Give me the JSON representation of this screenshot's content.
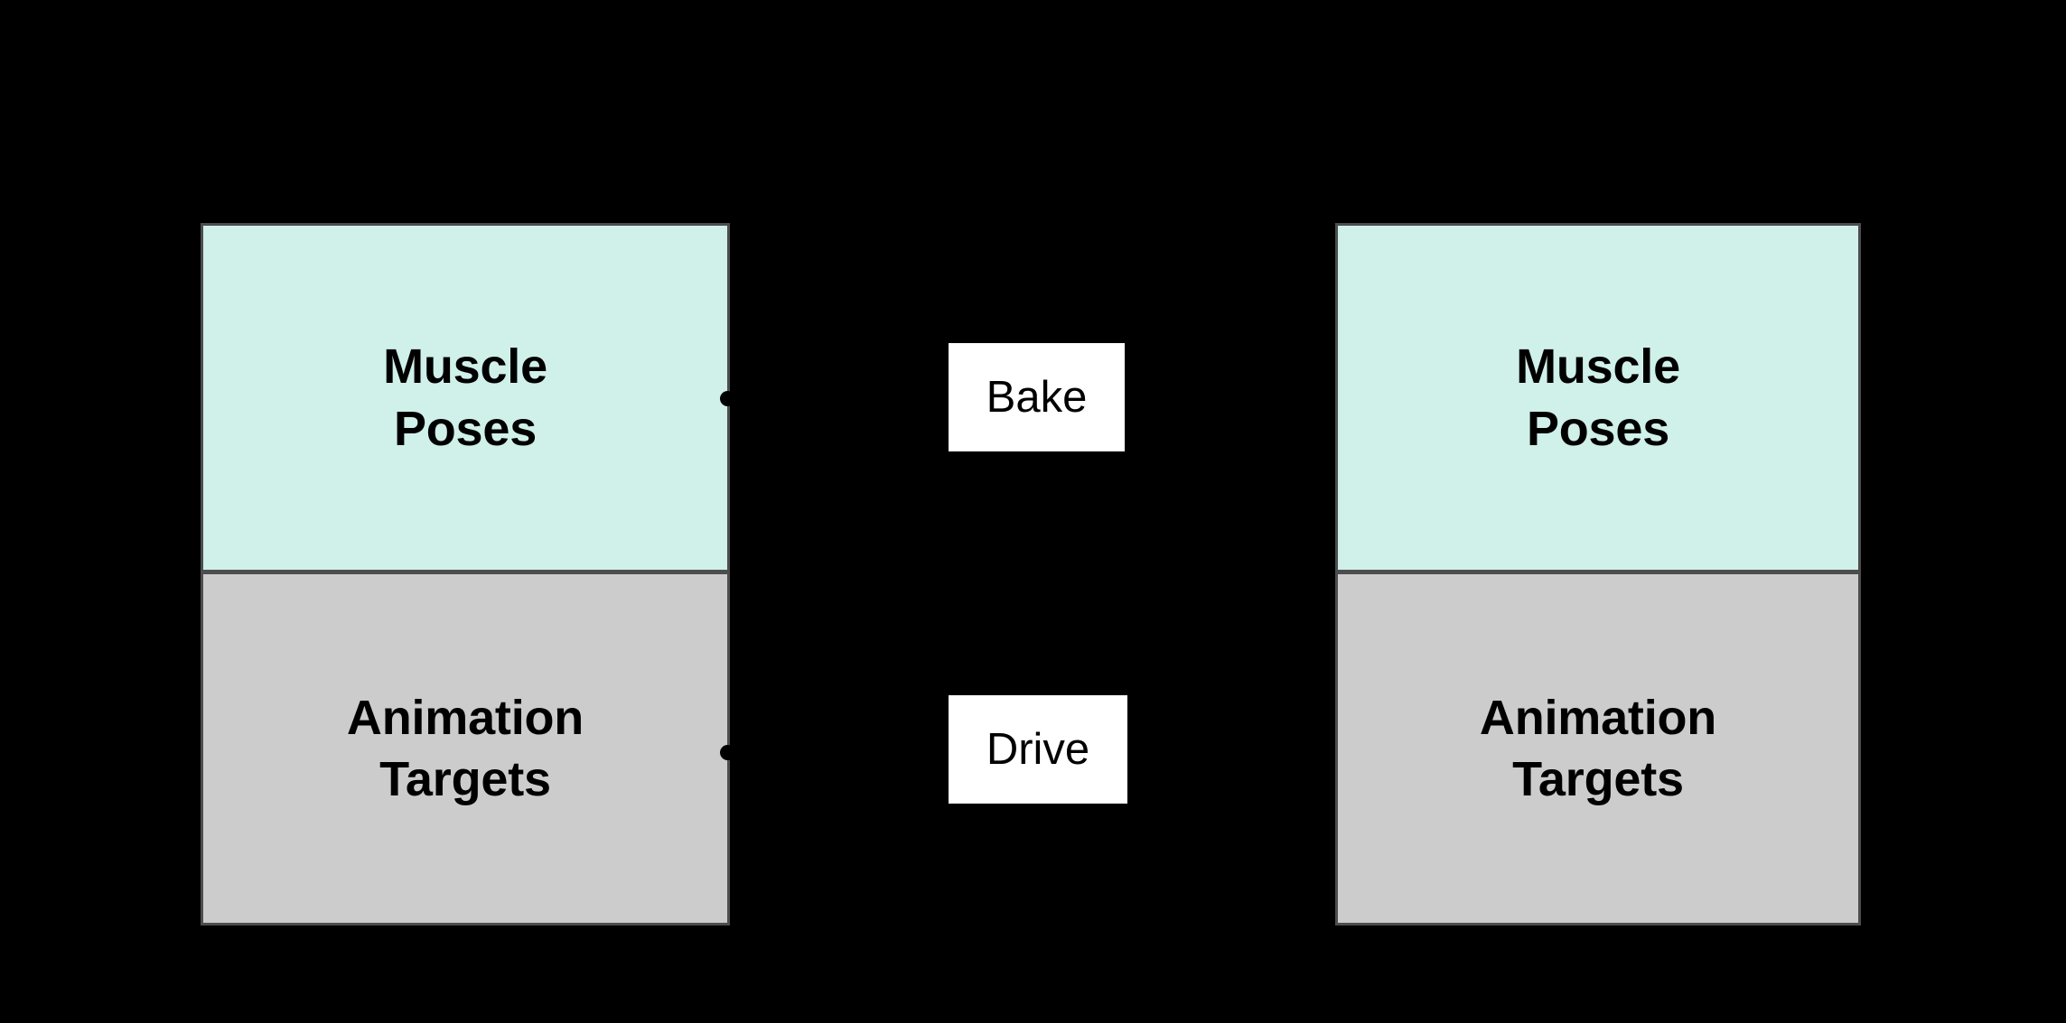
{
  "diagram": {
    "background_color": "#000000",
    "nodes": [
      {
        "id": "left",
        "cells": [
          {
            "id": "muscle-poses",
            "label": "Muscle\nPoses",
            "fill": "#d0f0ea",
            "border": "#4d4d4d"
          },
          {
            "id": "animation-targets",
            "label": "Animation\nTargets",
            "fill": "#cccccc",
            "border": "#4d4d4d"
          }
        ]
      },
      {
        "id": "right",
        "cells": [
          {
            "id": "muscle-poses",
            "label": "Muscle\nPoses",
            "fill": "#d0f0ea",
            "border": "#4d4d4d"
          },
          {
            "id": "animation-targets",
            "label": "Animation\nTargets",
            "fill": "#cccccc",
            "border": "#4d4d4d"
          }
        ]
      }
    ],
    "edges": [
      {
        "id": "bake",
        "label": "Bake",
        "from": "left.muscle-poses",
        "to": "right.muscle-poses",
        "label_bg": "#ffffff",
        "label_fg": "#000000"
      },
      {
        "id": "drive",
        "label": "Drive",
        "from": "left.animation-targets",
        "to": "right.animation-targets",
        "label_bg": "#ffffff",
        "label_fg": "#000000"
      }
    ]
  }
}
